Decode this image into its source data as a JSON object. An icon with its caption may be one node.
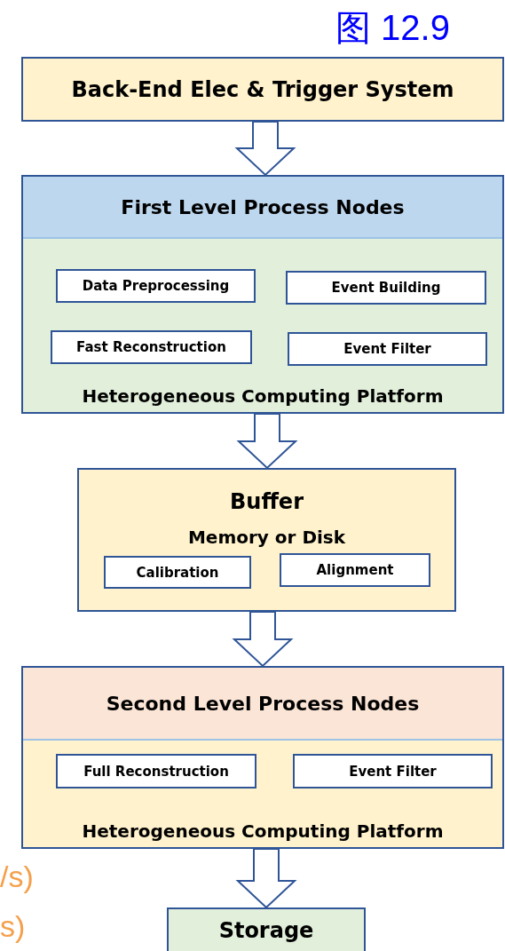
{
  "diagram": {
    "title": "图 12.9",
    "nodes": [
      {
        "text": [
          "Back-End Elec & Trigger System"
        ]
      },
      {
        "text": [
          "First Level Process Nodes",
          "Heterogeneous Computing Platform"
        ]
      },
      {
        "text": [
          "Data Preprocessing"
        ],
        "in": 1
      },
      {
        "text": [
          "Event Building"
        ],
        "in": 1
      },
      {
        "text": [
          "Fast Reconstruction"
        ],
        "in": 1
      },
      {
        "text": [
          "Event Filter"
        ],
        "in": 1
      },
      {
        "text": [
          "Buffer",
          "Memory or Disk"
        ]
      },
      {
        "text": [
          "Calibration"
        ],
        "in": 6
      },
      {
        "text": [
          "Alignment"
        ],
        "in": 6
      },
      {
        "text": [
          "Second Level Process Nodes",
          "Heterogeneous Computing Platform"
        ]
      },
      {
        "text": [
          "Full Reconstruction"
        ],
        "in": 9
      },
      {
        "text": [
          "Event Filter"
        ],
        "in": 9
      },
      {
        "text": [
          "Storage"
        ]
      }
    ],
    "edges": [
      {
        "from": 0,
        "to": 1,
        "arrow": "to"
      },
      {
        "from": 1,
        "to": 6,
        "arrow": "to"
      },
      {
        "from": 6,
        "to": 9,
        "arrow": "to"
      },
      {
        "from": 9,
        "to": 12,
        "arrow": "to"
      }
    ],
    "labels": [
      "/s)",
      "s)"
    ]
  }
}
